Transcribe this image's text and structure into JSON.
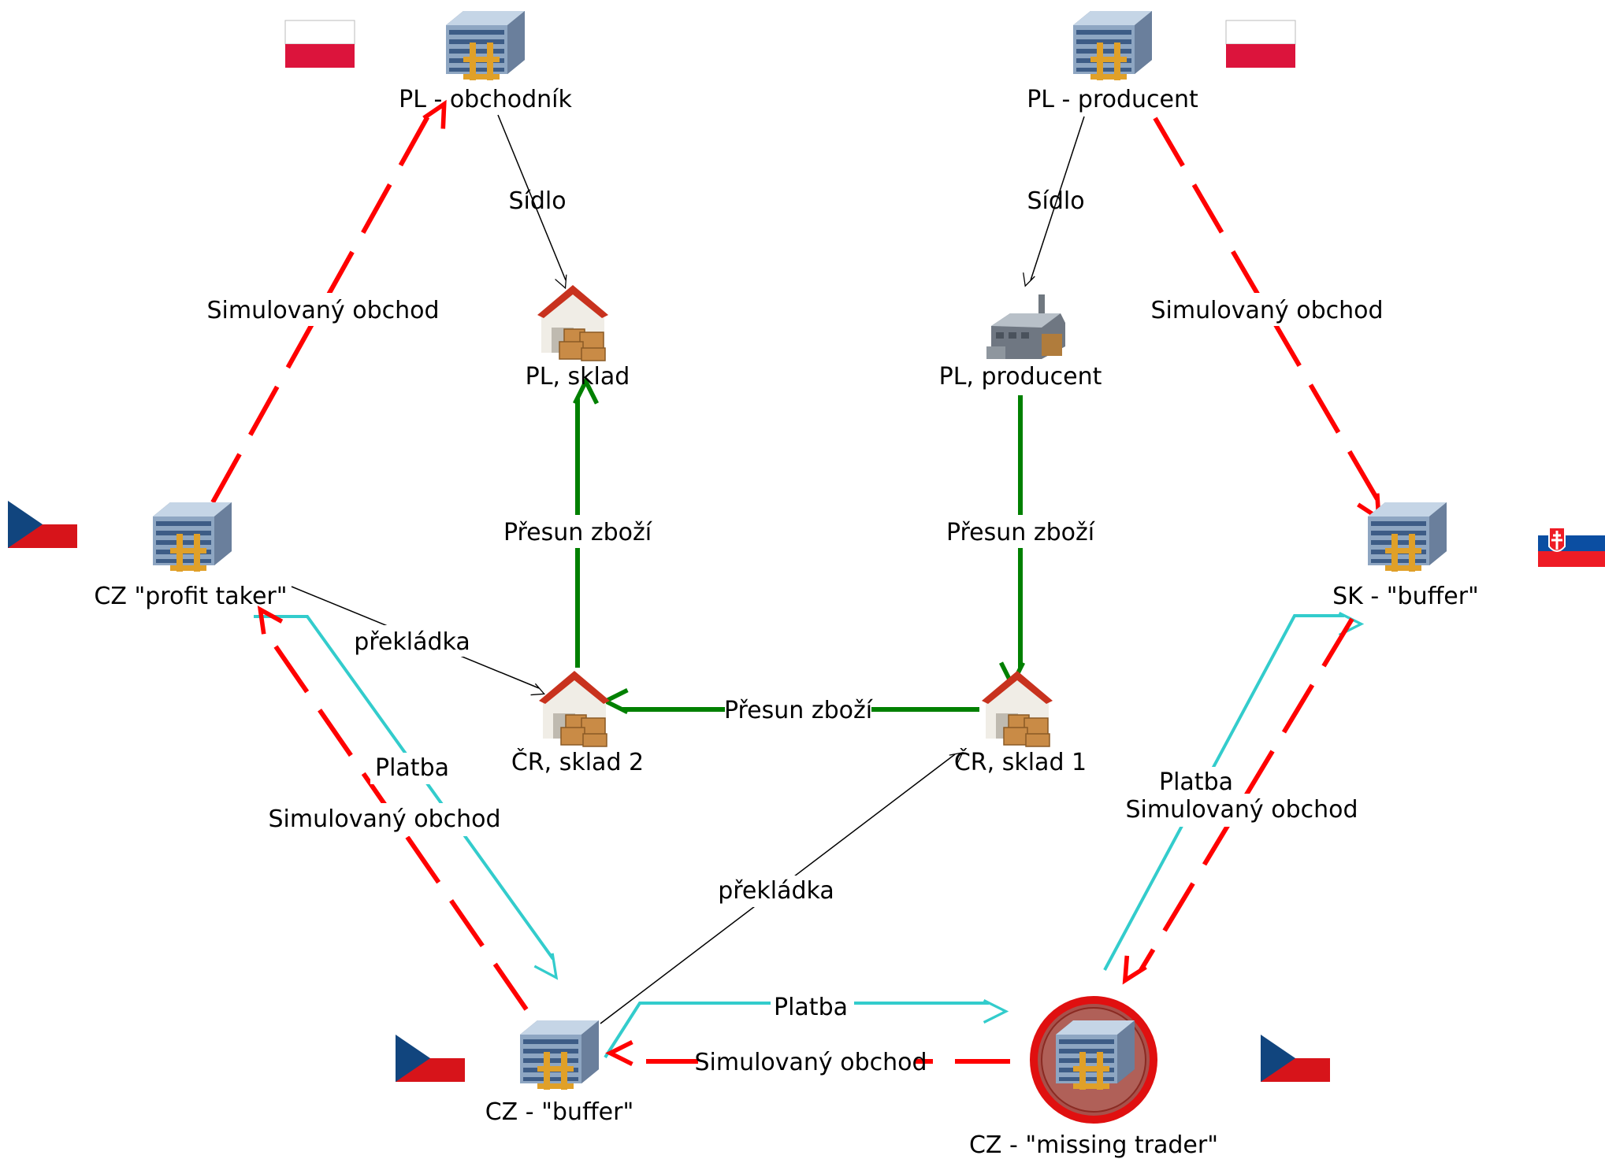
{
  "nodes": {
    "pl_trader": {
      "label": "PL - obchodník",
      "icon": "company-building-icon",
      "flag": "poland-flag"
    },
    "pl_producer": {
      "label": "PL  - producent",
      "icon": "company-building-icon",
      "flag": "poland-flag"
    },
    "pl_warehouse": {
      "label": "PL, sklad",
      "icon": "warehouse-icon"
    },
    "pl_factory": {
      "label": "PL, producent",
      "icon": "factory-icon"
    },
    "cz_profit": {
      "label": "CZ \"profit taker\"",
      "icon": "company-building-icon",
      "flag": "czech-flag"
    },
    "sk_buffer": {
      "label": "SK - \"buffer\"",
      "icon": "company-building-icon",
      "flag": "slovak-flag"
    },
    "cz_wh2": {
      "label": "ČR, sklad 2",
      "icon": "warehouse-icon"
    },
    "cz_wh1": {
      "label": "ČR, sklad 1",
      "icon": "warehouse-icon"
    },
    "cz_buffer": {
      "label": "CZ - \"buffer\"",
      "icon": "company-building-icon",
      "flag": "czech-flag"
    },
    "cz_missing": {
      "label": "CZ - \"missing trader\"",
      "icon": "company-building-icon",
      "flag": "czech-flag",
      "highlighted": true
    }
  },
  "edges": {
    "sidlo_left": "Sídlo",
    "sidlo_right": "Sídlo",
    "sim_left_top": "Simulovaný obchod",
    "sim_right_top": "Simulovaný obchod",
    "goods_left": "Přesun zboží",
    "goods_right": "Přesun zboží",
    "goods_bottom": "Přesun zboží",
    "reload_top": "překládka",
    "reload_bottom": "překládka",
    "pay_left": "Platba",
    "sim_left_bot": "Simulovaný obchod",
    "pay_right": "Platba",
    "sim_right_bot": "Simulovaný obchod",
    "pay_bottom": "Platba",
    "sim_bottom": "Simulovaný obchod"
  },
  "colors": {
    "simulated_trade": "#ff0000",
    "goods_transfer": "#008000",
    "payment": "#33cccc",
    "relation": "#000000",
    "highlight_ring": "#e01010",
    "poland_white": "#ffffff",
    "poland_red": "#dc143c",
    "czech_blue": "#11457e",
    "czech_red": "#d7141a",
    "slovak_blue": "#0b4ea2",
    "slovak_red": "#ee1c25"
  }
}
